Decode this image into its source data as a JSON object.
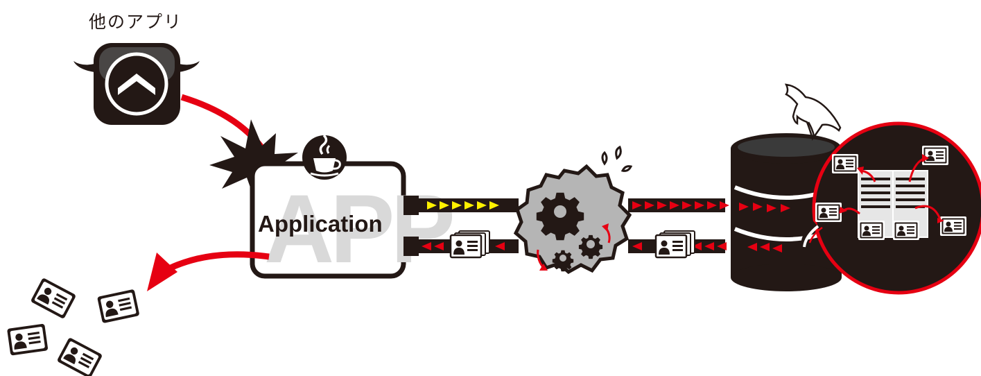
{
  "labels": {
    "other_app": "他のアプリ",
    "app_title": "Application",
    "app_background": "APP"
  },
  "colors": {
    "ink": "#231815",
    "accent_red": "#e60012",
    "arrow_yellow": "#fff100",
    "gear_grey": "#b5b5b5",
    "panel_grey": "#e6e6e6"
  },
  "icons": {
    "other_app": "bull-app-icon",
    "java": "java-coffee-icon",
    "database": "database-cylinder-icon",
    "mysql": "dolphin-icon",
    "card": "id-card-icon",
    "gears": "gear-icon"
  }
}
